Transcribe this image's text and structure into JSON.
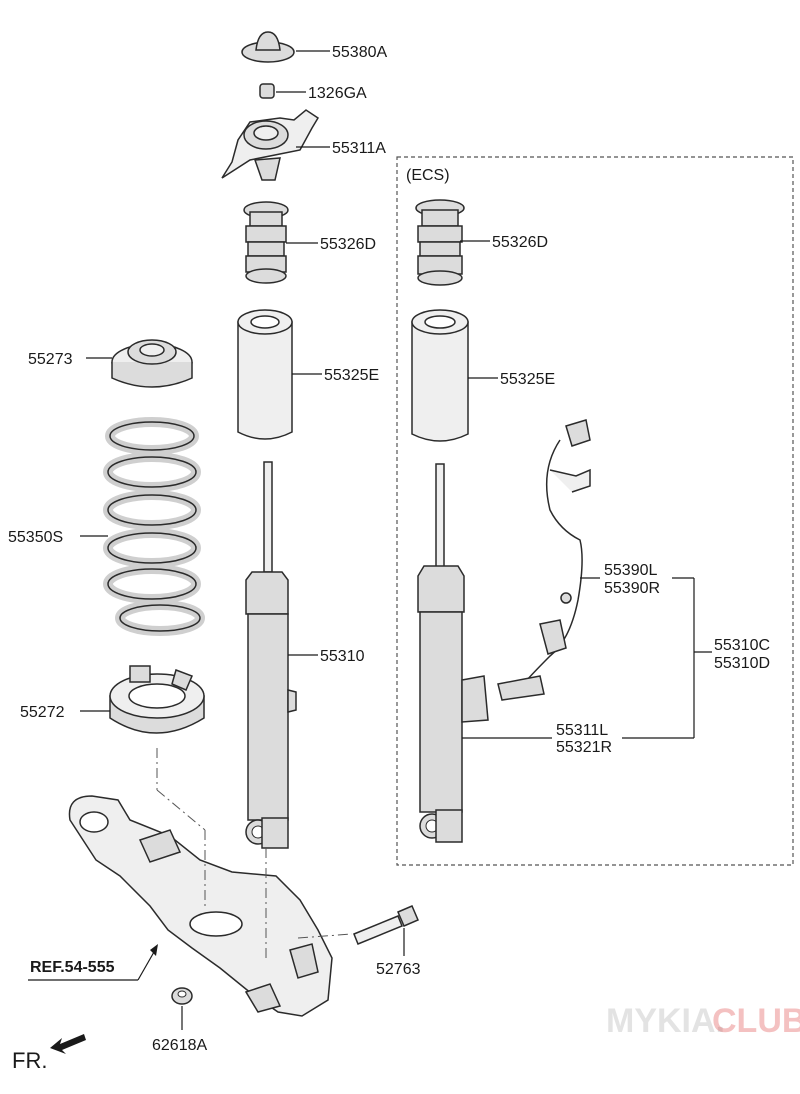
{
  "labels": {
    "p55380a": "55380A",
    "p1326ga": "1326GA",
    "p55311a": "55311A",
    "ecs": "(ECS)",
    "p55326d_left": "55326D",
    "p55326d_right": "55326D",
    "p55273": "55273",
    "p55325e_left": "55325E",
    "p55325e_right": "55325E",
    "p55350s": "55350S",
    "p55390l": "55390L",
    "p55390r": "55390R",
    "p55310": "55310",
    "p55310c": "55310C",
    "p55310d": "55310D",
    "p55272": "55272",
    "p55311l": "55311L",
    "p55321r": "55321R",
    "ref": "REF.54-555",
    "p52763": "52763",
    "p62618a": "62618A",
    "fr": "FR."
  },
  "watermark": {
    "part1": "MYKIA.",
    "part2": "CLUB",
    "color1": "#b0b0b0",
    "color2": "#e05050"
  }
}
